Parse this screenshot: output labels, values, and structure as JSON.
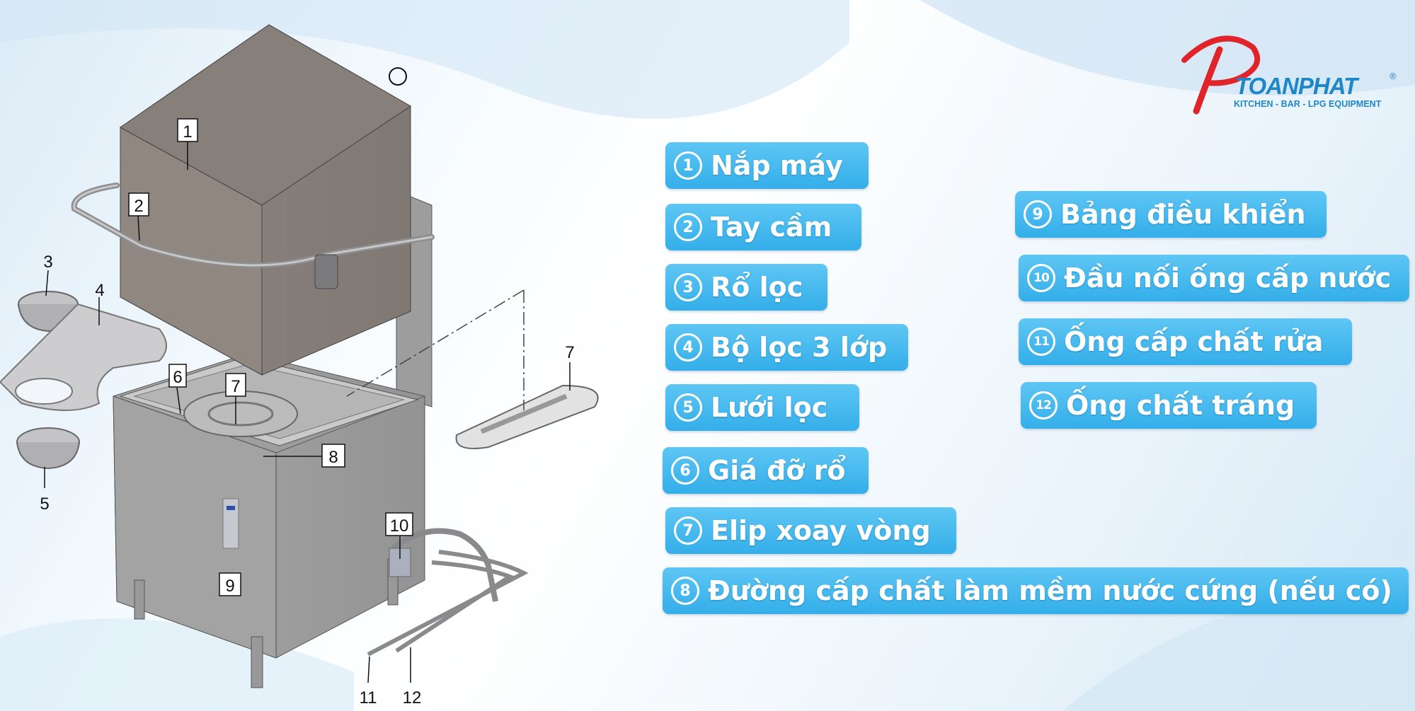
{
  "logo": {
    "name": "TOANPHAT",
    "registered": "®",
    "tagline": "KITCHEN - BAR - LPG EQUIPMENT",
    "colors": {
      "red": "#e0242a",
      "blue": "#1f86c8"
    }
  },
  "accent_color": "#3db3ec",
  "diagram_callouts": [
    "1",
    "2",
    "3",
    "4",
    "5",
    "6",
    "7",
    "7",
    "8",
    "9",
    "10",
    "11",
    "12"
  ],
  "parts": [
    {
      "num": "1",
      "label": "Nắp máy"
    },
    {
      "num": "2",
      "label": "Tay cầm"
    },
    {
      "num": "3",
      "label": "Rổ lọc"
    },
    {
      "num": "4",
      "label": "Bộ lọc 3 lớp"
    },
    {
      "num": "5",
      "label": "Lưới lọc"
    },
    {
      "num": "6",
      "label": "Giá đỡ rổ"
    },
    {
      "num": "7",
      "label": "Elip xoay vòng"
    },
    {
      "num": "8",
      "label": "Đường cấp chất làm mềm nước cứng (nếu có)"
    },
    {
      "num": "9",
      "label": "Bảng điều khiển"
    },
    {
      "num": "10",
      "label": "Đầu nối ống cấp nước"
    },
    {
      "num": "11",
      "label": "Ống cấp chất rửa"
    },
    {
      "num": "12",
      "label": "Ống chất tráng"
    }
  ]
}
